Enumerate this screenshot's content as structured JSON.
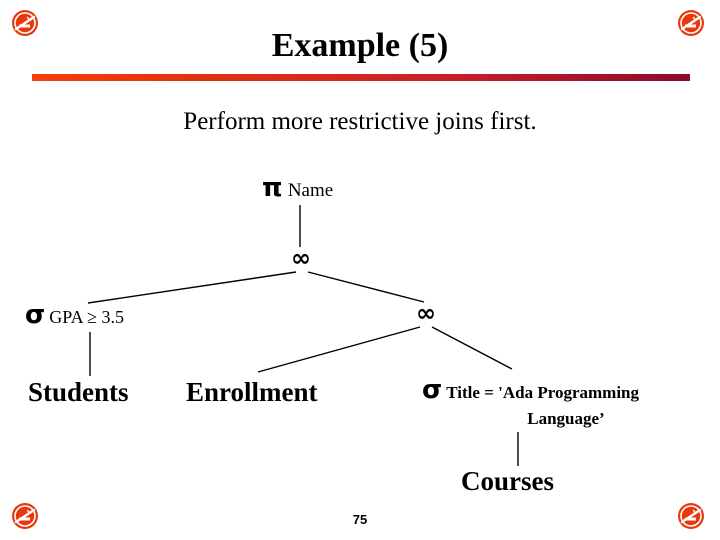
{
  "slide": {
    "title": "Example (5)",
    "subtitle": "Perform more restrictive joins first.",
    "page_number": "75",
    "accent_gradient_start": "#F4400C",
    "accent_gradient_end": "#8C0B2B",
    "background": "#ffffff",
    "text_color": "#000000"
  },
  "decorations": {
    "corner_icons": [
      {
        "name": "no-smoking-icon-top-left",
        "glyph": "no-smoking",
        "color": "#E8380C"
      },
      {
        "name": "no-smoking-icon-top-right",
        "glyph": "no-smoking",
        "color": "#E8380C"
      },
      {
        "name": "no-smoking-icon-bottom-left",
        "glyph": "no-smoking",
        "color": "#E8380C"
      },
      {
        "name": "no-smoking-icon-bottom-right",
        "glyph": "no-smoking",
        "color": "#E8380C"
      }
    ]
  },
  "query_tree": {
    "type": "relational-algebra-expression-tree",
    "nodes": {
      "projection": {
        "symbol": "π",
        "argument": "Name"
      },
      "join_top": {
        "symbol": "∞"
      },
      "join_right": {
        "symbol": "∞"
      },
      "selection_gpa": {
        "symbol": "σ",
        "argument": "GPA ≥ 3.5"
      },
      "selection_title": {
        "symbol": "σ",
        "argument_line1": "Title = 'Ada Programming",
        "argument_line2": "Language’"
      },
      "relation_students": {
        "label": "Students"
      },
      "relation_enrollment": {
        "label": "Enrollment"
      },
      "relation_courses": {
        "label": "Courses"
      }
    },
    "edges": [
      {
        "from": "projection",
        "to": "join_top"
      },
      {
        "from": "join_top",
        "to": "selection_gpa"
      },
      {
        "from": "join_top",
        "to": "join_right"
      },
      {
        "from": "selection_gpa",
        "to": "relation_students"
      },
      {
        "from": "join_right",
        "to": "relation_enrollment"
      },
      {
        "from": "join_right",
        "to": "selection_title"
      },
      {
        "from": "selection_title",
        "to": "relation_courses"
      }
    ]
  }
}
